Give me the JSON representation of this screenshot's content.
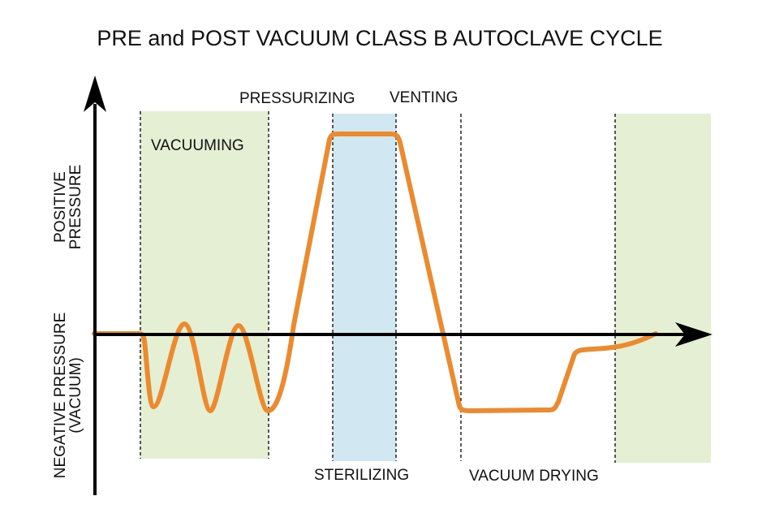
{
  "title": "PRE and POST VACUUM CLASS B AUTOCLAVE CYCLE",
  "y_axis": {
    "positive_line1": "POSITIVE",
    "positive_line2": "PRESSURE",
    "negative_line1": "NEGATIVE PRESSURE",
    "negative_line2": "(VACUUM)"
  },
  "phases": {
    "vacuuming": "VACUUMING",
    "pressurizing": "PRESSURIZING",
    "venting": "VENTING",
    "sterilizing": "STERILIZING",
    "vacuum_drying": "VACUUM DRYING"
  },
  "colors": {
    "curve": "#ec8a2f",
    "green_band": "#e4efd3",
    "blue_band": "#d1e8f2",
    "axis": "#000000",
    "divider": "#000000"
  },
  "icons": {
    "y_axis_arrow": "arrow-up-icon",
    "x_axis_arrow": "arrow-right-icon"
  }
}
